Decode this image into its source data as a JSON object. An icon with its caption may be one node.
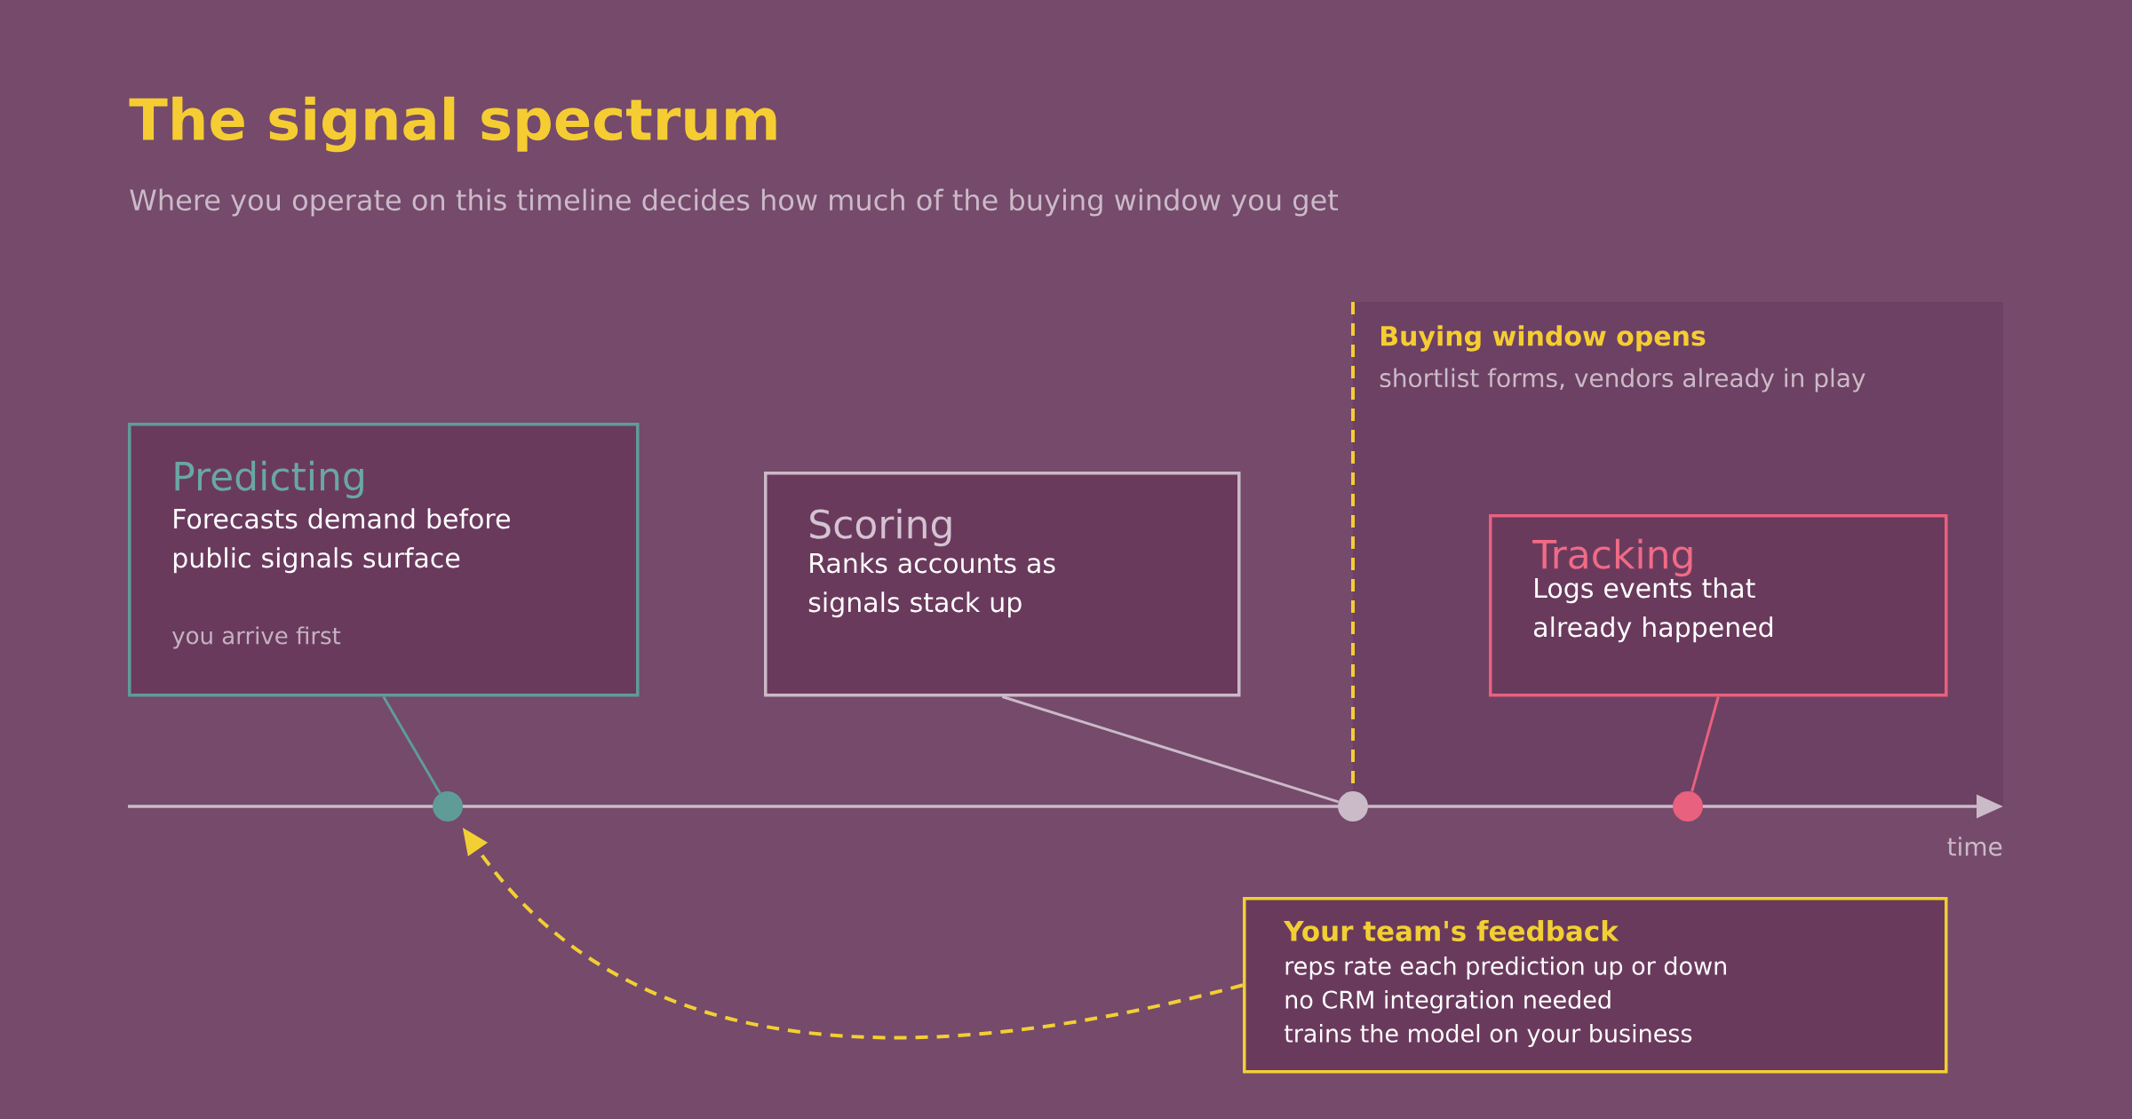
{
  "diagram": {
    "title": "The signal spectrum",
    "nodes": [
      {
        "text": [
          "Predicting",
          "Forecasts demand before public signals surface",
          "you arrive first"
        ]
      },
      {
        "text": [],
        "shape": "circle"
      },
      {
        "text": [
          "Scoring",
          "Ranks accounts as signals stack up"
        ]
      },
      {
        "text": [],
        "shape": "circle"
      },
      {
        "text": [
          "Tracking",
          "Logs events that already happened"
        ]
      },
      {
        "text": [],
        "shape": "circle"
      },
      {
        "text": [
          "Your team's feedback",
          "reps rate each prediction up or down",
          "no CRM integration needed",
          "trains the model on your business"
        ]
      }
    ],
    "edges": [
      {
        "from": 0,
        "to": 1,
        "arrow": "none",
        "color": "#5f9c97"
      },
      {
        "from": 2,
        "to": 3,
        "arrow": "none",
        "color": "#cbbac8"
      },
      {
        "from": 4,
        "to": 5,
        "arrow": "none",
        "color": "#e8617e"
      },
      {
        "from": 6,
        "to": 1,
        "arrow": "to",
        "style": "dashed",
        "color": "#f2cf33"
      }
    ],
    "labels": [
      "Where you operate on this timeline decides how much of the buying window you get",
      "Buying window opens",
      "shortlist forms, vendors already in play",
      "time"
    ]
  }
}
